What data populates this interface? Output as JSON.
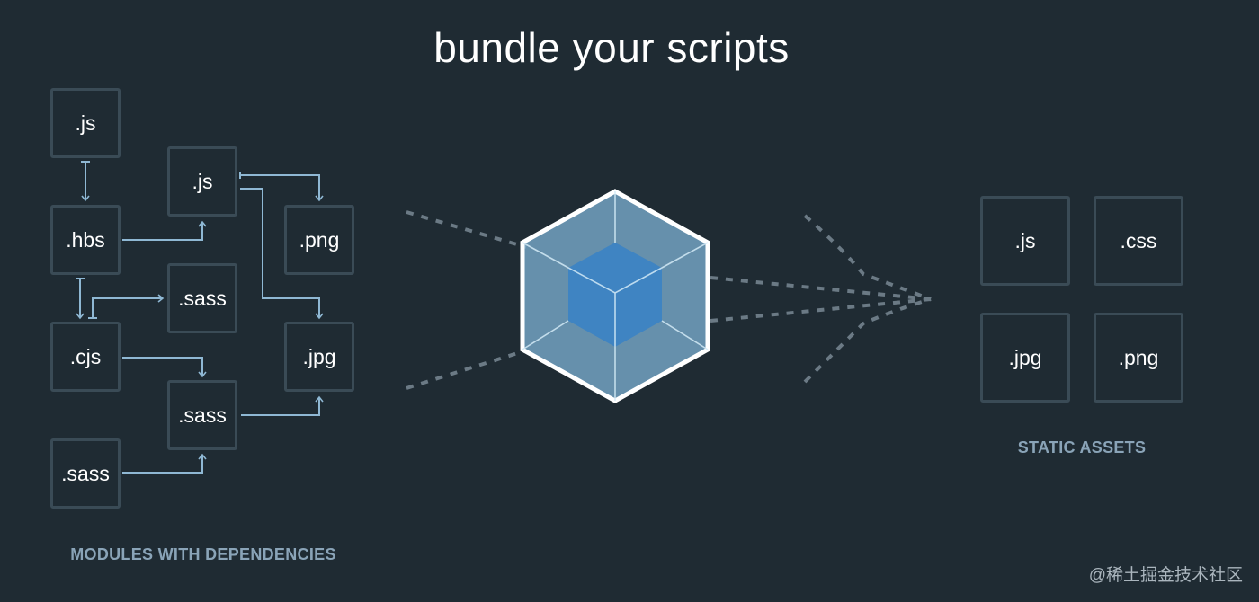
{
  "title": "bundle your scripts",
  "modules": {
    "caption": "MODULES WITH DEPENDENCIES",
    "items": {
      "js_top": ".js",
      "hbs": ".hbs",
      "cjs": ".cjs",
      "sass_bottom": ".sass",
      "js_mid": ".js",
      "sass_mid": ".sass",
      "sass_lower": ".sass",
      "png": ".png",
      "jpg": ".jpg"
    }
  },
  "assets": {
    "caption": "STATIC ASSETS",
    "items": {
      "js": ".js",
      "css": ".css",
      "jpg": ".jpg",
      "png": ".png"
    }
  },
  "watermark": "@稀土掘金技术社区",
  "colors": {
    "background": "#1f2b33",
    "box_border": "#3a4b56",
    "arrow": "#8fb8d4",
    "caption": "#8aa4b8",
    "cube_outer": "#8ec8e8",
    "cube_inner": "#3f84c2",
    "dotted": "#6b7a85"
  }
}
